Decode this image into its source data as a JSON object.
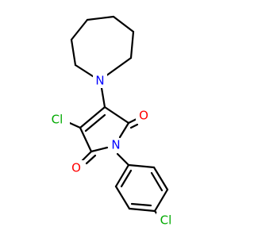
{
  "molecule": {
    "atoms": {
      "n_azepane": {
        "symbol": "N",
        "color": "#0000ff"
      },
      "n_imide": {
        "symbol": "N",
        "color": "#0000ff"
      },
      "o_top": {
        "symbol": "O",
        "color": "#ff0000"
      },
      "o_bottom": {
        "symbol": "O",
        "color": "#ff0000"
      },
      "cl_ring": {
        "symbol": "Cl",
        "color": "#00aa00"
      },
      "cl_aryl": {
        "symbol": "Cl",
        "color": "#00aa00"
      }
    },
    "bond_color": "#000000"
  }
}
